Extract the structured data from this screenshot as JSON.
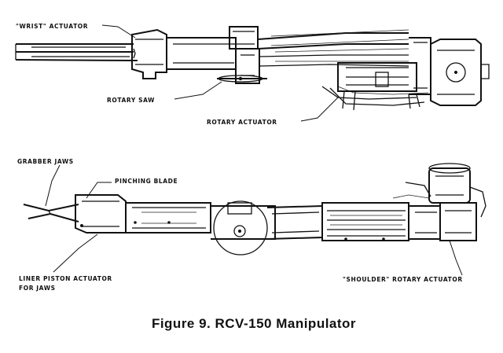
{
  "figure": {
    "caption": "Figure 9. RCV-150 Manipulator",
    "top_view": {
      "labels": {
        "wrist_actuator": "\"WRIST\" ACTUATOR",
        "rotary_saw": "ROTARY SAW",
        "rotary_actuator": "ROTARY ACTUATOR"
      }
    },
    "bottom_view": {
      "labels": {
        "grabber_jaws": "GRABBER JAWS",
        "pinching_blade": "PINCHING BLADE",
        "liner_piston_line1": "LINER PISTON ACTUATOR",
        "liner_piston_line2": "FOR JAWS",
        "shoulder_rotary_actuator": "\"SHOULDER\" ROTARY ACTUATOR"
      }
    }
  }
}
